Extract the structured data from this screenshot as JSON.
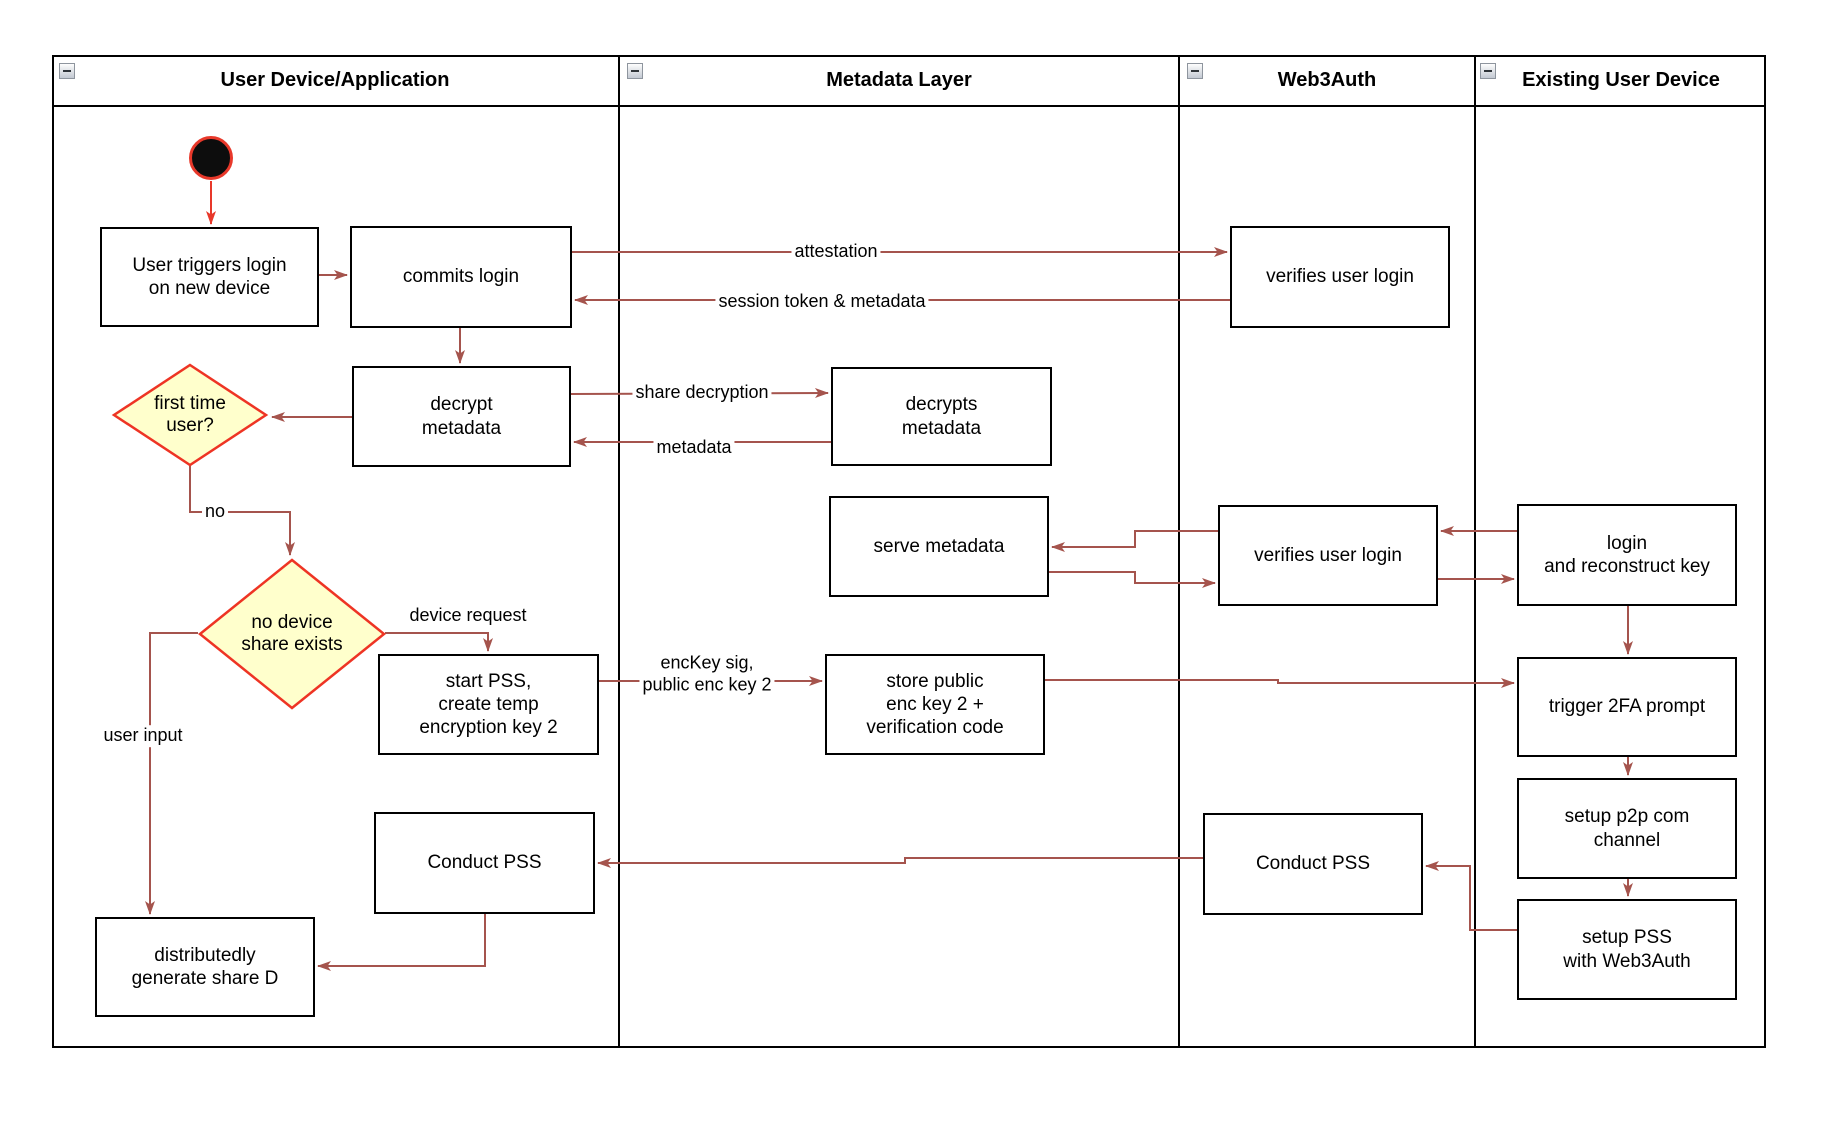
{
  "lanes": [
    {
      "label": "User Device/Application"
    },
    {
      "label": "Metadata Layer"
    },
    {
      "label": "Web3Auth"
    },
    {
      "label": "Existing User Device"
    }
  ],
  "nodes": {
    "user_triggers": "User triggers login\non new device",
    "commits_login": "commits login",
    "verifies_login_1": "verifies user login",
    "decrypt_metadata": "decrypt\nmetadata",
    "decrypts_metadata": "decrypts\nmetadata",
    "serve_metadata": "serve metadata",
    "verifies_login_2": "verifies user login",
    "login_reconstruct": "login\nand reconstruct key",
    "start_pss": "start PSS,\ncreate temp\nencryption key 2",
    "store_public": "store public\nenc key 2 +\nverification code",
    "trigger_2fa": "trigger 2FA prompt",
    "setup_p2p": "setup p2p com\nchannel",
    "setup_pss": "setup PSS\nwith Web3Auth",
    "conduct_pss_left": "Conduct PSS",
    "conduct_pss_right": "Conduct PSS",
    "distributed_share": "distributedly\ngenerate share D"
  },
  "decisions": {
    "first_time": "first time\nuser?",
    "no_device": "no device\nshare exists"
  },
  "edge_labels": {
    "attestation": "attestation",
    "session_token": "session token & metadata",
    "share_decryption": "share decryption",
    "metadata": "metadata",
    "no": "no",
    "device_request": "device request",
    "user_input": "user input",
    "enckey": "encKey sig,\npublic enc key 2"
  },
  "colors": {
    "flow_arrow": "#A5544D",
    "start_red": "#E8382A",
    "decision_fill": "#FFFFCC",
    "decision_border": "#EE3424"
  }
}
